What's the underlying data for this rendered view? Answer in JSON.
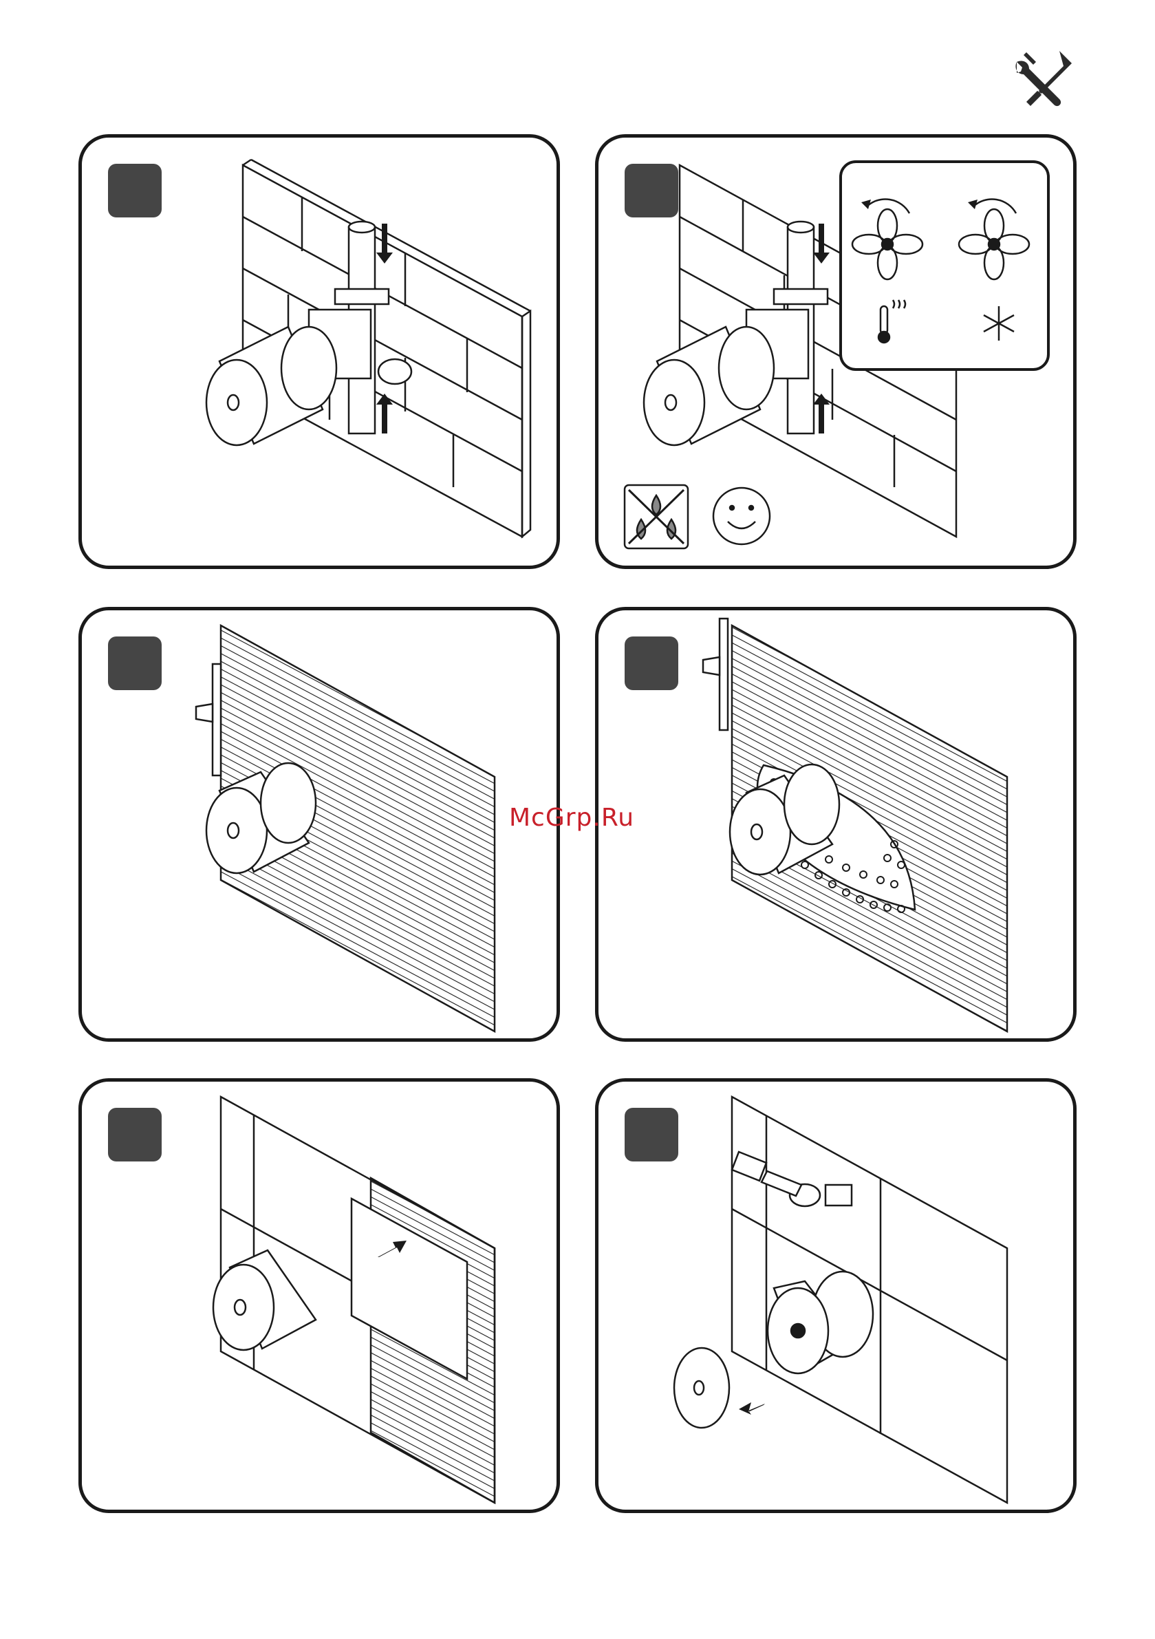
{
  "header": {
    "icon": "wrench-screwdriver-icon"
  },
  "steps": [
    {
      "id": "1",
      "illustration": "mixer-body-mounted-on-brick-wall"
    },
    {
      "id": "2",
      "illustration": "hot-cold-supply-check"
    },
    {
      "id": "3",
      "illustration": "tiling-over-body"
    },
    {
      "id": "4",
      "illustration": "sealant-application"
    },
    {
      "id": "5",
      "illustration": "tile-cutout"
    },
    {
      "id": "6",
      "illustration": "remove-protective-cap"
    }
  ],
  "icons": {
    "hot": "thermometer-hot-icon",
    "cold": "snowflake-icon",
    "no_drip": "no-drip-icon",
    "ok": "smiley-icon"
  },
  "watermark": "McGrp.Ru"
}
